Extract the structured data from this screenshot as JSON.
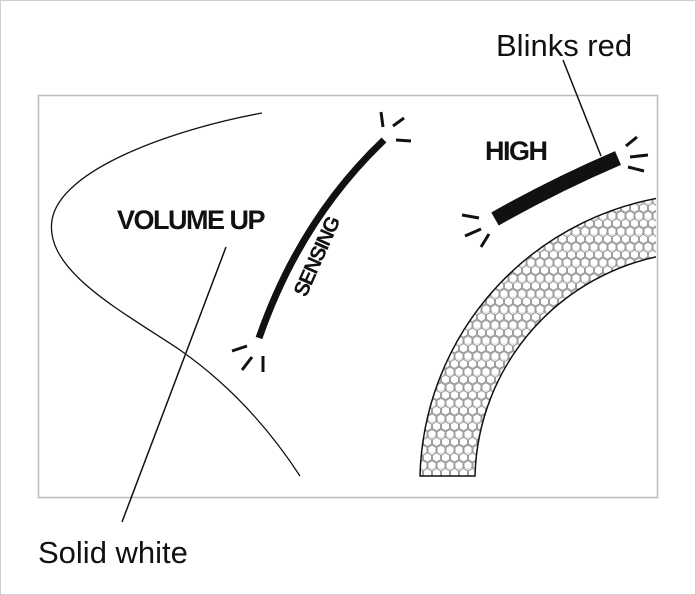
{
  "labels": {
    "blinks_red": "Blinks red",
    "solid_white": "Solid white",
    "volume_up": "VOLUME UP",
    "sensing": "SENSING",
    "high": "HIGH"
  },
  "colors": {
    "line": "#111111",
    "panel_border": "#bdbdbd",
    "mesh": "#9a9a9a"
  }
}
